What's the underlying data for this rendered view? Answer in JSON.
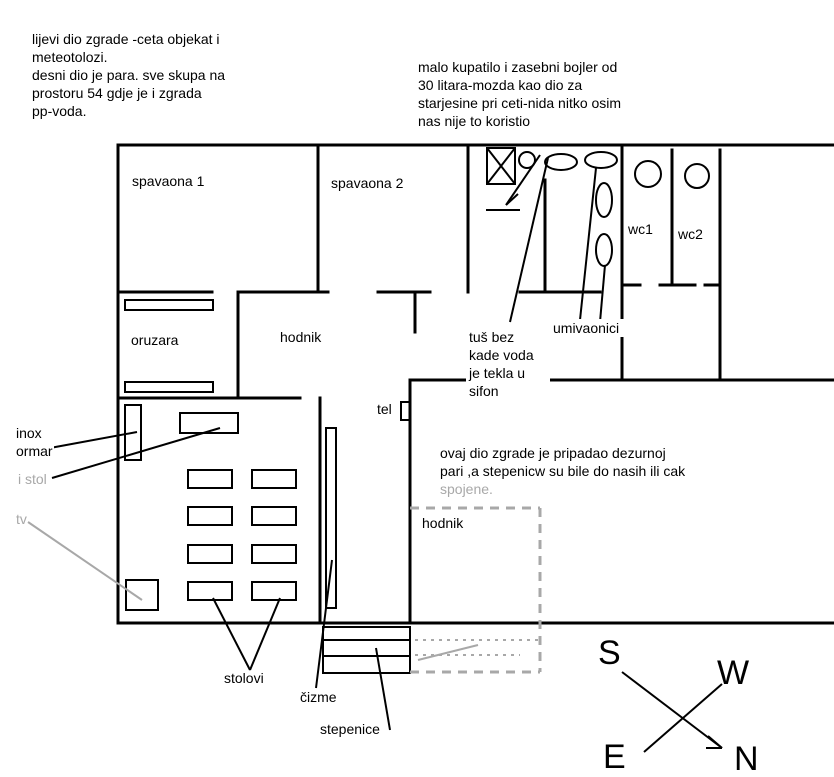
{
  "notes": {
    "left_building": [
      "lijevi dio zgrade -ceta objekat i",
      "meteotolozi.",
      "desni dio je para. sve skupa na",
      "prostoru 54 gdje je i zgrada",
      "pp-voda."
    ],
    "bathroom": [
      "malo kupatilo i zasebni bojler od",
      "30 litara-mozda kao dio za",
      "starjesine pri ceti-nida nitko osim",
      "nas nije to koristio"
    ],
    "right_part": [
      "ovaj dio zgrade je pripadao dezurnoj",
      "pari ,a stepenicw su bile do nasih ili cak"
    ],
    "right_part_faded": "spojene."
  },
  "rooms": {
    "spavaona1": "spavaona 1",
    "spavaona2": "spavaona 2",
    "oruzara": "oruzara",
    "hodnik1": "hodnik",
    "hodnik2": "hodnik",
    "wc1": "wc1",
    "wc2": "wc2",
    "tel": "tel"
  },
  "labels": {
    "tus": [
      "tuš bez",
      "kade voda",
      "je tekla u",
      "sifon"
    ],
    "umivaonici": "umivaonici",
    "inox": [
      "inox",
      "ormar"
    ],
    "stol": "i stol",
    "tv": "tv",
    "stolovi": "stolovi",
    "cizme": "čizme",
    "stepenice": "stepenice"
  },
  "compass": {
    "s": "S",
    "w": "W",
    "e": "E",
    "n": "N"
  }
}
